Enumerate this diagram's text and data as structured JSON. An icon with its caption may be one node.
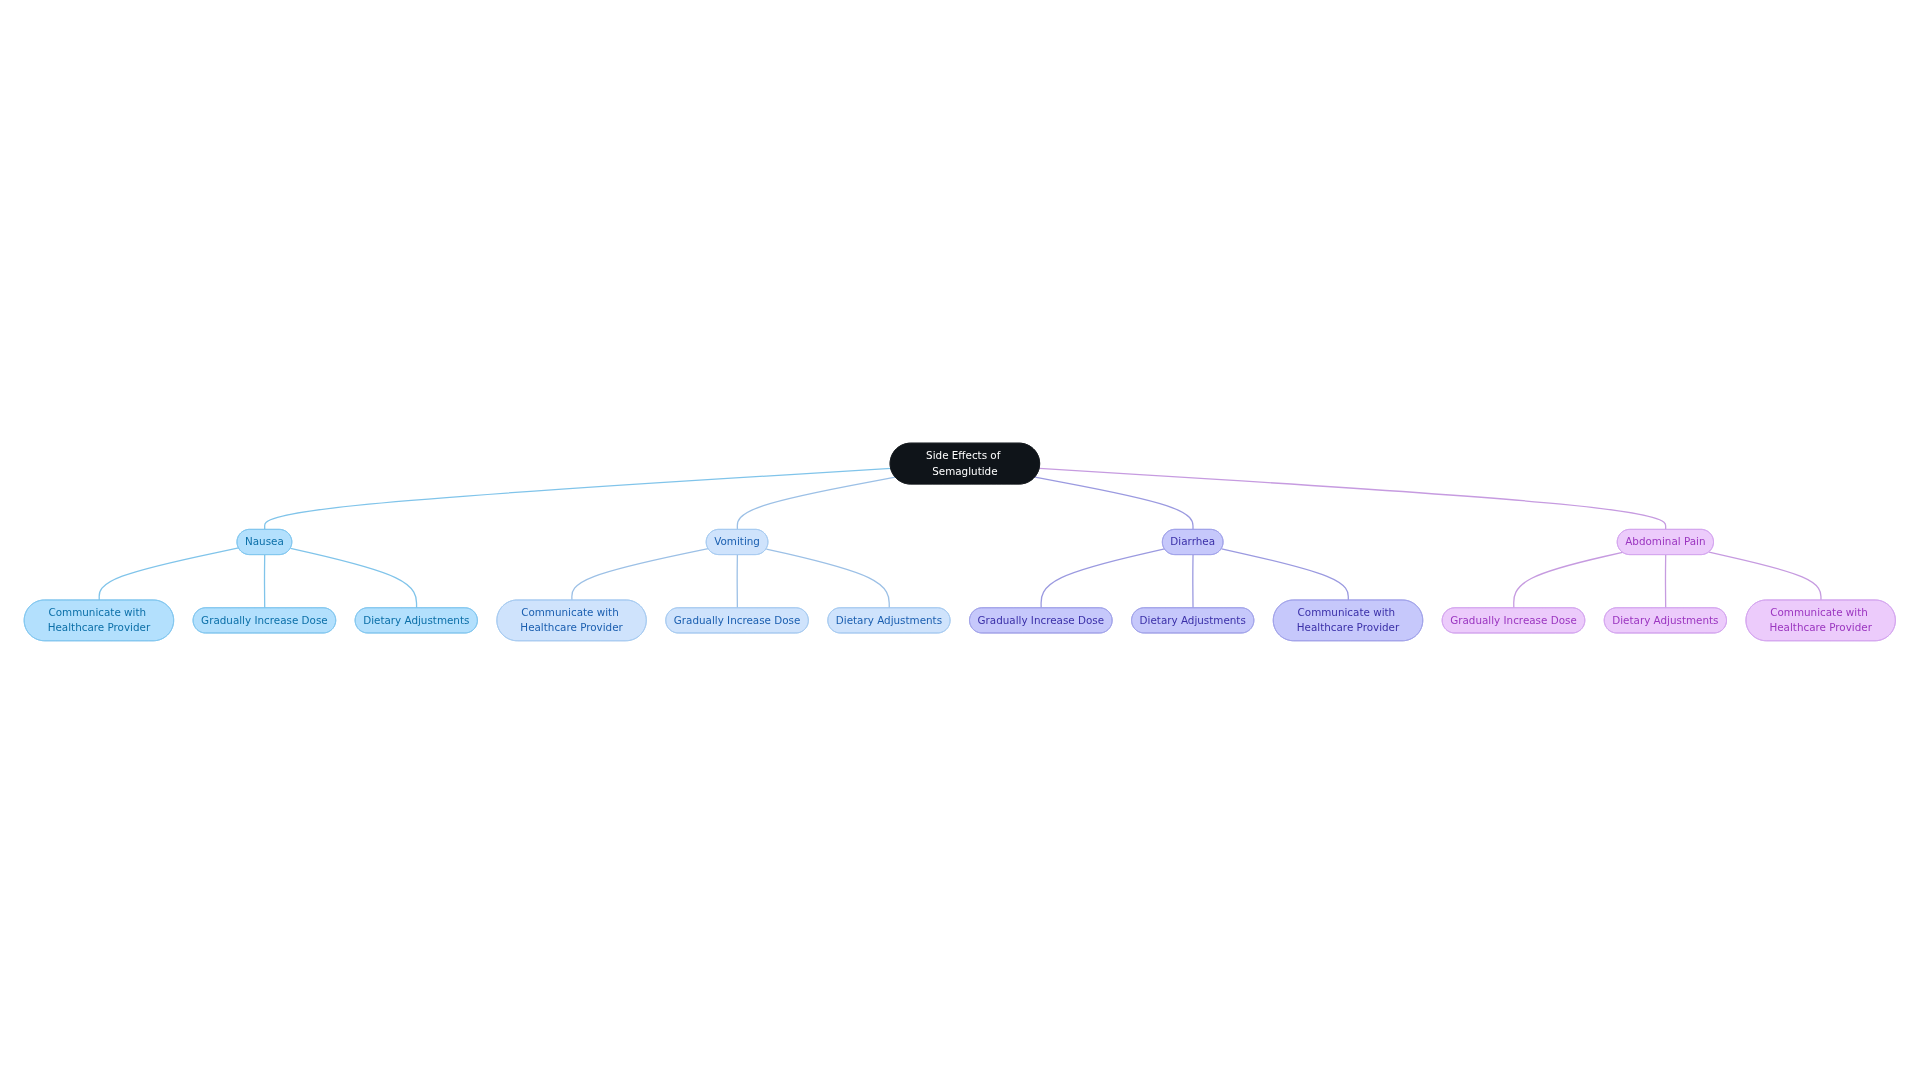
{
  "diagram": {
    "nodes": [
      {
        "text": [
          "Side Effects of Semaglutide"
        ]
      },
      {
        "text": [
          "Nausea"
        ]
      },
      {
        "text": [
          "Communicate with Healthcare Provider"
        ]
      },
      {
        "text": [
          "Gradually Increase Dose"
        ]
      },
      {
        "text": [
          "Dietary Adjustments"
        ]
      },
      {
        "text": [
          "Vomiting"
        ]
      },
      {
        "text": [
          "Communicate with Healthcare Provider"
        ]
      },
      {
        "text": [
          "Gradually Increase Dose"
        ]
      },
      {
        "text": [
          "Dietary Adjustments"
        ]
      },
      {
        "text": [
          "Diarrhea"
        ]
      },
      {
        "text": [
          "Gradually Increase Dose"
        ]
      },
      {
        "text": [
          "Dietary Adjustments"
        ]
      },
      {
        "text": [
          "Communicate with Healthcare Provider"
        ]
      },
      {
        "text": [
          "Abdominal Pain"
        ]
      },
      {
        "text": [
          "Gradually Increase Dose"
        ]
      },
      {
        "text": [
          "Dietary Adjustments"
        ]
      },
      {
        "text": [
          "Communicate with Healthcare Provider"
        ]
      }
    ],
    "edges": [
      {
        "from": 0,
        "to": 1,
        "arrow": "none",
        "color": "#80c4ea"
      },
      {
        "from": 1,
        "to": 2,
        "arrow": "none",
        "color": "#80c4ea"
      },
      {
        "from": 1,
        "to": 3,
        "arrow": "none",
        "color": "#80c4ea"
      },
      {
        "from": 1,
        "to": 4,
        "arrow": "none",
        "color": "#80c4ea"
      },
      {
        "from": 0,
        "to": 5,
        "arrow": "none",
        "color": "#9cc0e6"
      },
      {
        "from": 5,
        "to": 6,
        "arrow": "none",
        "color": "#9cc0e6"
      },
      {
        "from": 5,
        "to": 7,
        "arrow": "none",
        "color": "#9cc0e6"
      },
      {
        "from": 5,
        "to": 8,
        "arrow": "none",
        "color": "#9cc0e6"
      },
      {
        "from": 0,
        "to": 9,
        "arrow": "none",
        "color": "#9b9ae0"
      },
      {
        "from": 9,
        "to": 10,
        "arrow": "none",
        "color": "#9b9ae0"
      },
      {
        "from": 9,
        "to": 11,
        "arrow": "none",
        "color": "#9b9ae0"
      },
      {
        "from": 9,
        "to": 12,
        "arrow": "none",
        "color": "#9b9ae0"
      },
      {
        "from": 0,
        "to": 13,
        "arrow": "none",
        "color": "#c69be0"
      },
      {
        "from": 13,
        "to": 14,
        "arrow": "none",
        "color": "#c69be0"
      },
      {
        "from": 13,
        "to": 15,
        "arrow": "none",
        "color": "#c69be0"
      },
      {
        "from": 13,
        "to": 16,
        "arrow": "none",
        "color": "#c69be0"
      }
    ]
  }
}
